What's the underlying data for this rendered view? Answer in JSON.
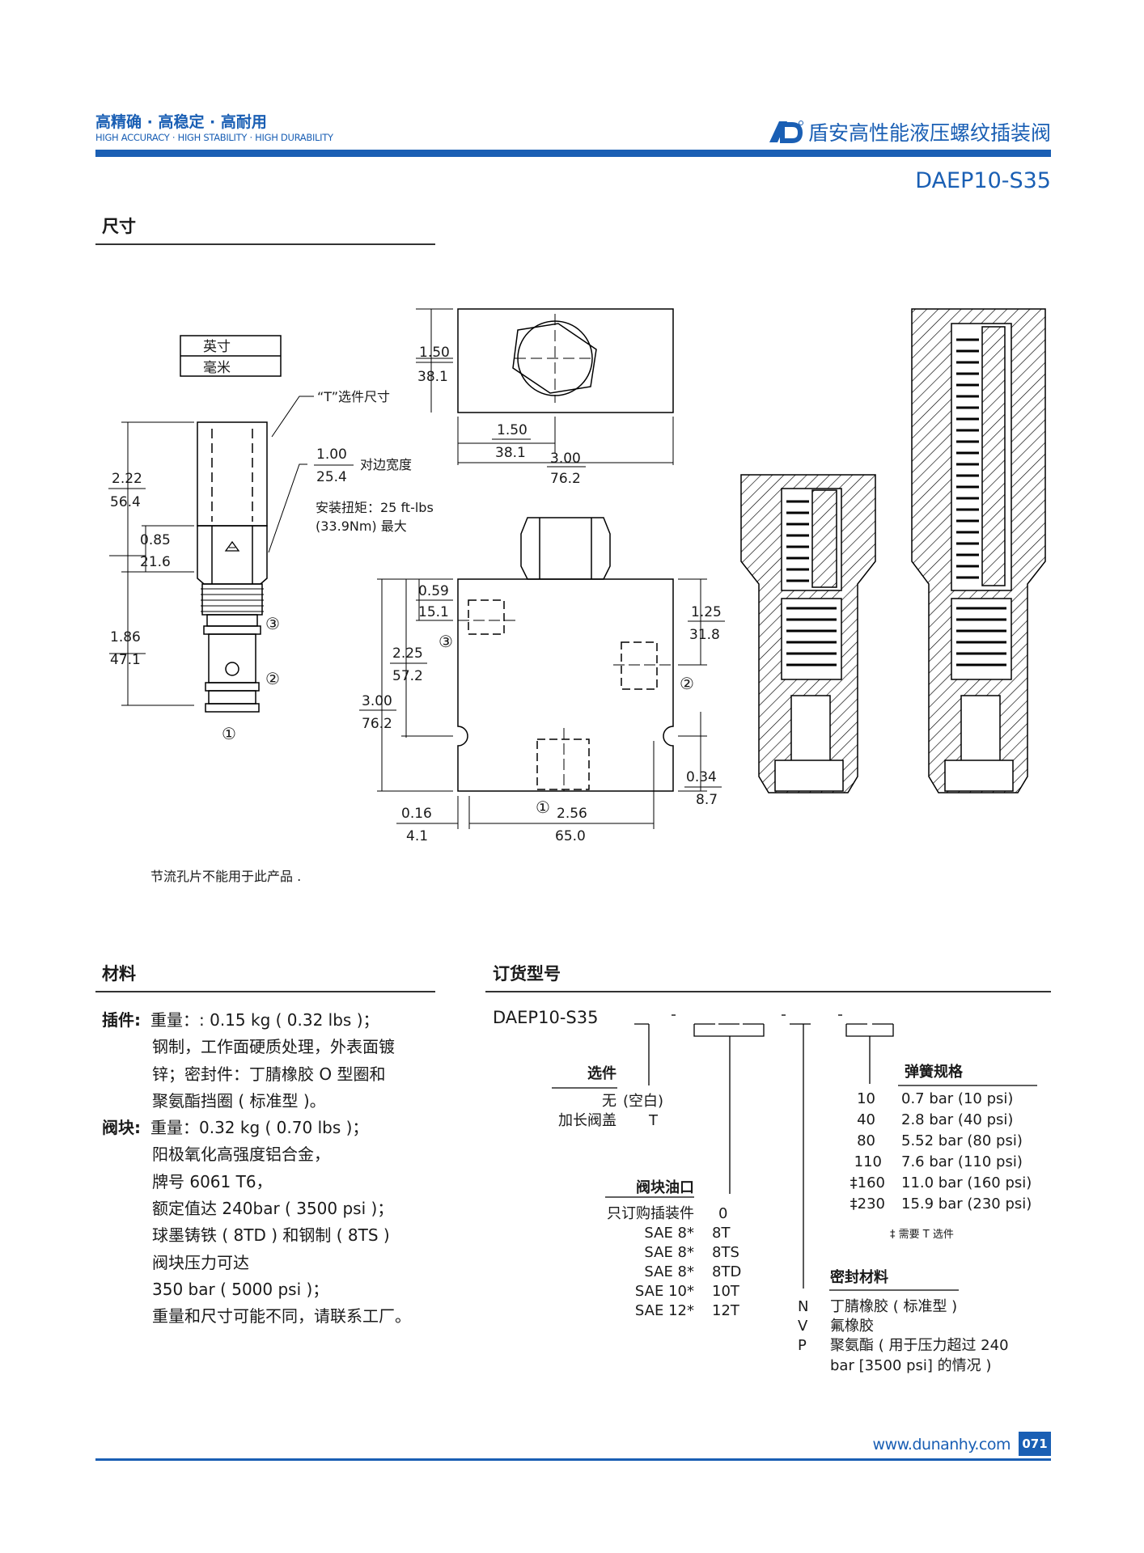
{
  "header": {
    "tagline_cn": "高精确 · 高稳定 · 高耐用",
    "tagline_en": "HIGH ACCURACY · HIGH STABILITY · HIGH DURABILITY",
    "brand": "盾安高性能液压螺纹插装阀",
    "model": "DAEP10-S35"
  },
  "dimensions": {
    "title": "尺寸",
    "legend_inch": "英寸",
    "legend_mm": "毫米",
    "t_option_label": "“T”选件尺寸",
    "hex_across_flats": "对边宽度",
    "torque_line1": "安装扭矩：25 ft-lbs",
    "torque_line2": "(33.9Nm) 最大",
    "note": "节流孔片不能用于此产品 .",
    "dims": [
      {
        "in": "2.22",
        "mm": "56.4"
      },
      {
        "in": "0.85",
        "mm": "21.6"
      },
      {
        "in": "1.86",
        "mm": "47.1"
      },
      {
        "in": "1.00",
        "mm": "25.4"
      },
      {
        "in": "1.50",
        "mm": "38.1"
      },
      {
        "in": "1.50",
        "mm": "38.1"
      },
      {
        "in": "3.00",
        "mm": "76.2"
      },
      {
        "in": "0.59",
        "mm": "15.1"
      },
      {
        "in": "2.25",
        "mm": "57.2"
      },
      {
        "in": "3.00",
        "mm": "76.2"
      },
      {
        "in": "1.25",
        "mm": "31.8"
      },
      {
        "in": "0.34",
        "mm": "8.7"
      },
      {
        "in": "0.16",
        "mm": "4.1"
      },
      {
        "in": "2.56",
        "mm": "65.0"
      }
    ],
    "ports": [
      "③",
      "②",
      "①"
    ]
  },
  "materials": {
    "title": "材料",
    "insert_label": "插件:",
    "insert_lines": [
      "重量：: 0.15 kg ( 0.32 lbs )；",
      "钢制，工作面硬质处理，外表面镀",
      "锌；密封件：丁腈橡胶 O 型圈和",
      "聚氨酯挡圈 ( 标准型 )。"
    ],
    "block_label": "阀块:",
    "block_lines": [
      "重量：0.32 kg ( 0.70 lbs )；",
      "阳极氧化高强度铝合金，",
      "牌号 6061 T6，",
      "额定值达 240bar ( 3500 psi )；",
      "球墨铸铁 ( 8TD ) 和钢制 ( 8TS )",
      "阀块压力可达",
      "350 bar ( 5000 psi )；",
      "重量和尺寸可能不同，请联系工厂。"
    ]
  },
  "ordering": {
    "title": "订货型号",
    "code": "DAEP10-S35",
    "option_title": "选件",
    "options": [
      {
        "name": "无",
        "code": "(空白)"
      },
      {
        "name": "加长阀盖",
        "code": "T"
      }
    ],
    "block_port_title": "阀块油口",
    "block_ports": [
      {
        "name": "只订购插装件",
        "code": "0"
      },
      {
        "name": "SAE 8*",
        "code": "8T"
      },
      {
        "name": "SAE 8*",
        "code": "8TS"
      },
      {
        "name": "SAE 8*",
        "code": "8TD"
      },
      {
        "name": "SAE 10*",
        "code": "10T"
      },
      {
        "name": "SAE 12*",
        "code": "12T"
      }
    ],
    "spring_title": "弹簧规格",
    "springs": [
      {
        "code": "10",
        "value": "0.7 bar (10 psi)"
      },
      {
        "code": "40",
        "value": "2.8 bar (40 psi)"
      },
      {
        "code": "80",
        "value": "5.52 bar (80 psi)"
      },
      {
        "code": "110",
        "value": "7.6 bar (110 psi)"
      },
      {
        "code": "‡160",
        "value": "11.0 bar (160 psi)"
      },
      {
        "code": "‡230",
        "value": "15.9 bar (230 psi)"
      }
    ],
    "spring_note": "‡ 需要 T 选件",
    "seal_title": "密封材料",
    "seals": [
      {
        "code": "N",
        "value": "丁腈橡胶 ( 标准型 )"
      },
      {
        "code": "V",
        "value": "氟橡胶"
      },
      {
        "code": "P",
        "value": "聚氨酯 ( 用于压力超过 240"
      }
    ],
    "seal_extra": "bar [3500 psi] 的情况 )"
  },
  "footer": {
    "url": "www.dunanhy.com",
    "page": "071"
  },
  "colors": {
    "brand_blue": "#1a5fb4"
  }
}
